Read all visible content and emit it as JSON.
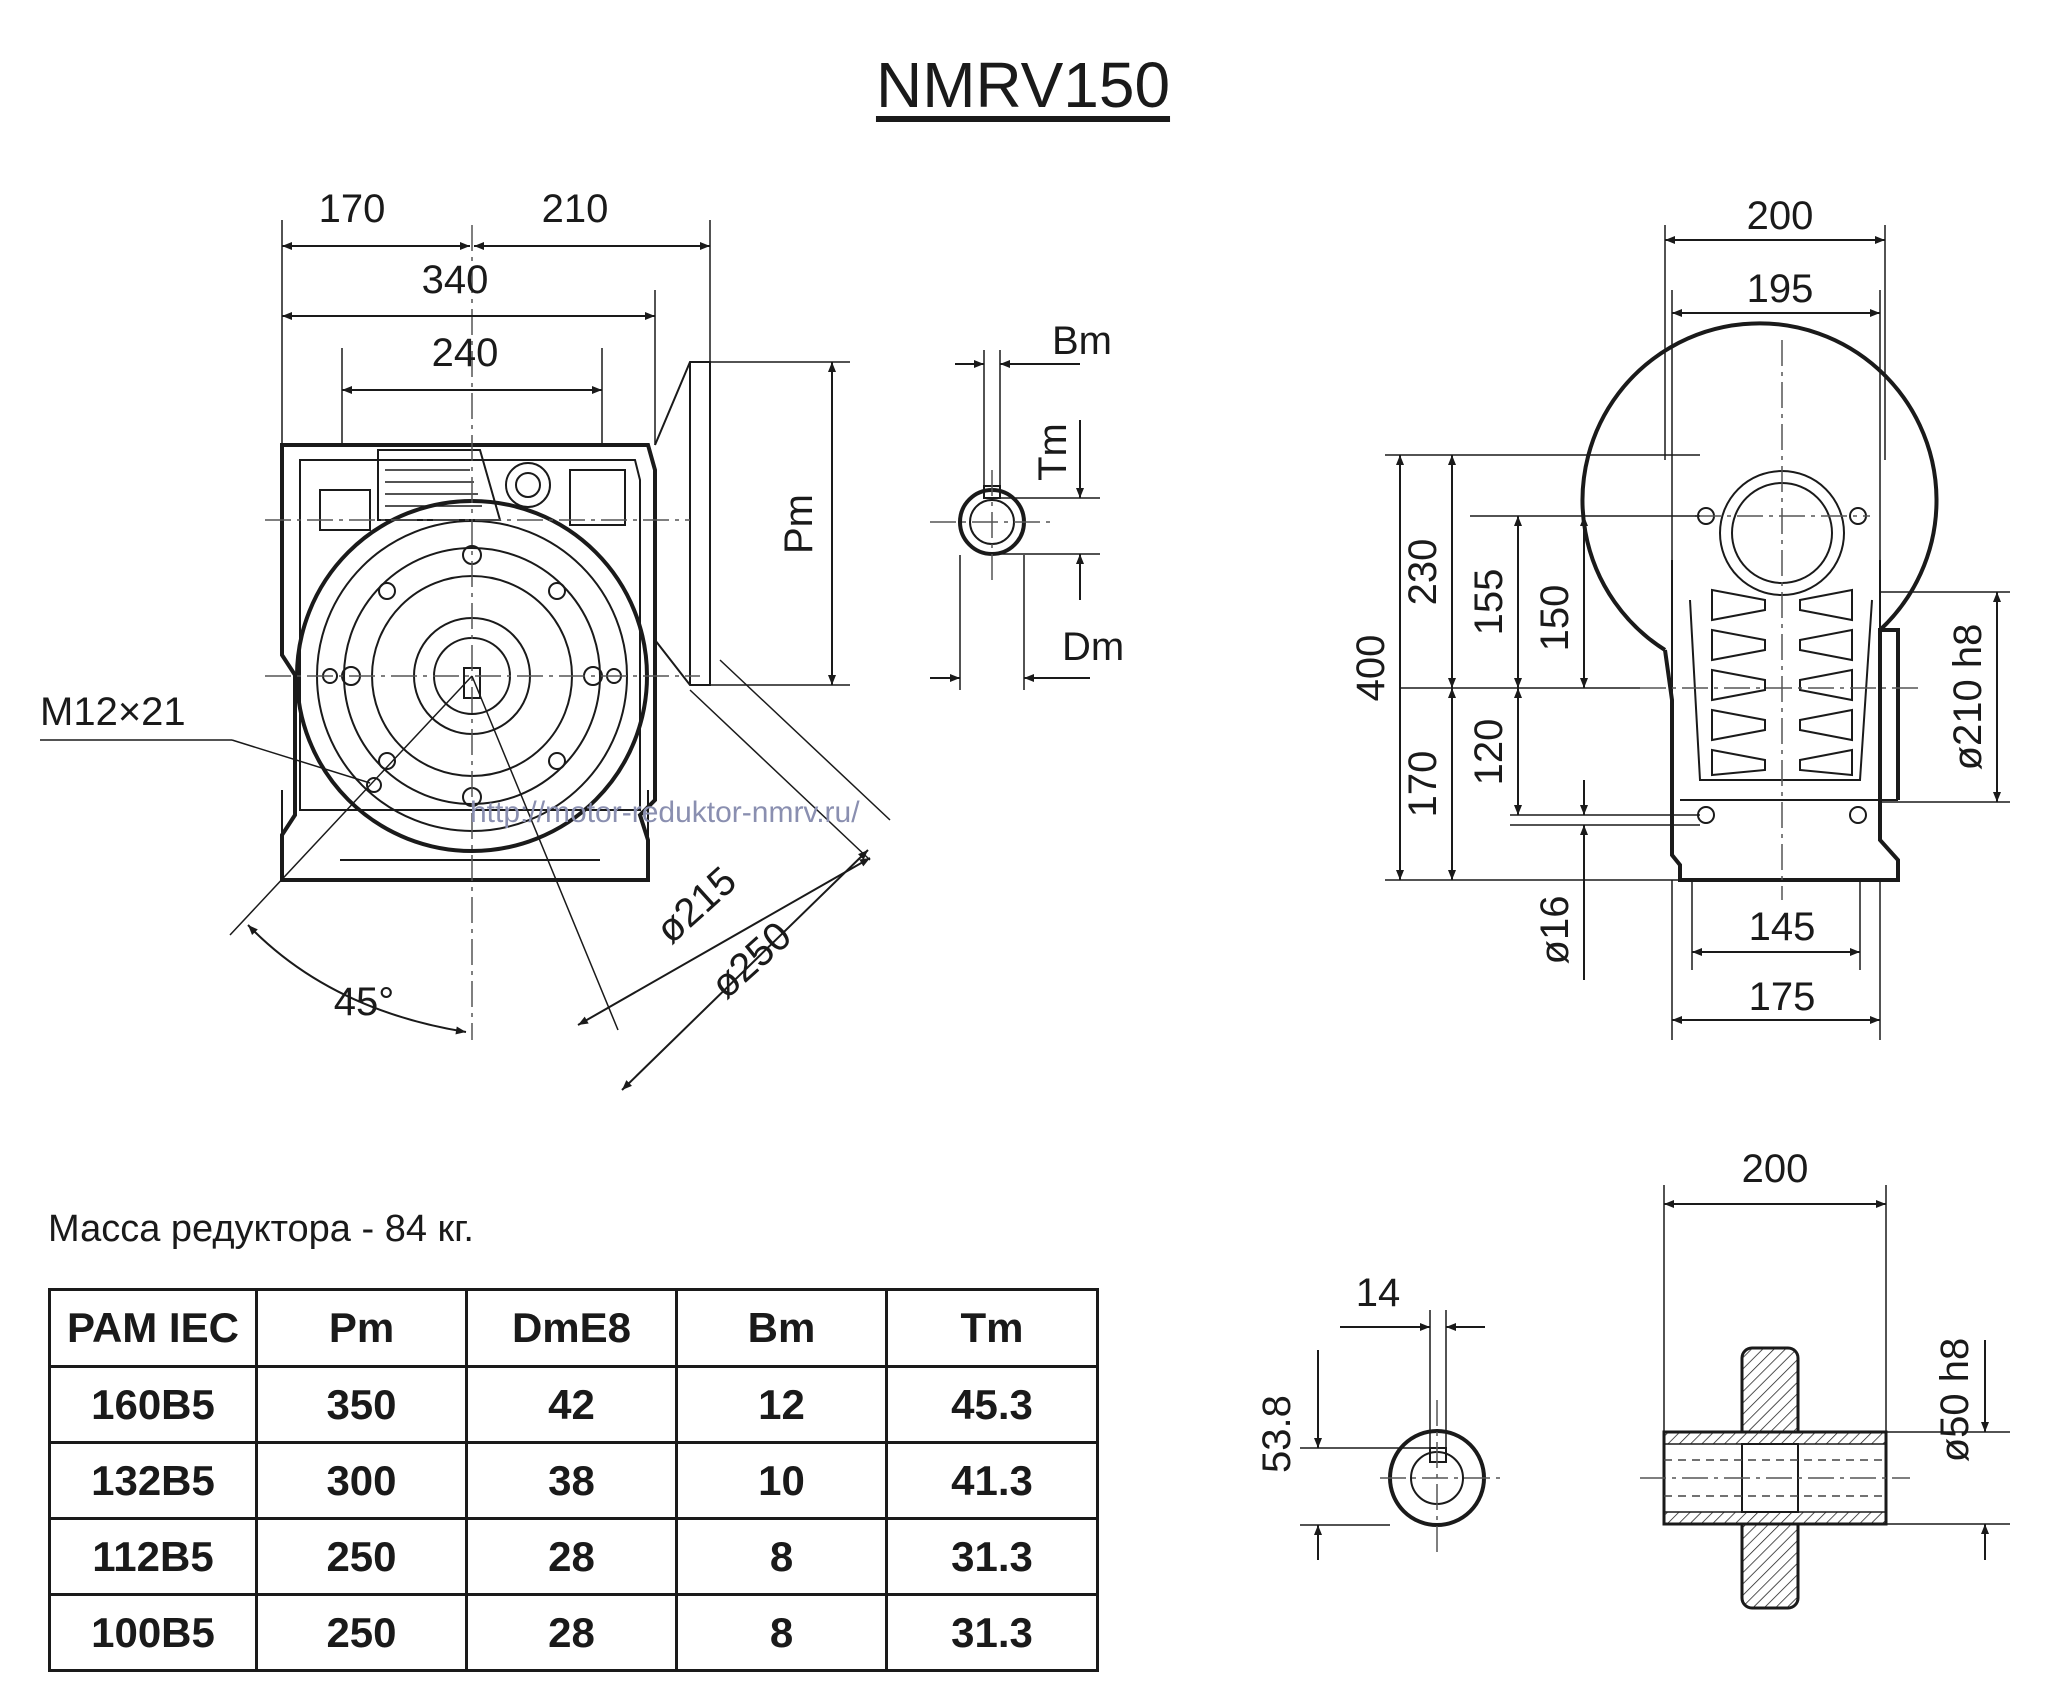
{
  "title": "NMRV150",
  "watermark": "http://motor-reduktor-nmrv.ru/",
  "mass_note": "Масса редуктора - 84 кг.",
  "front_view": {
    "dims": {
      "d170": "170",
      "d210": "210",
      "d340": "340",
      "d240": "240",
      "pm": "Pm",
      "d215": "ø215",
      "d250": "ø250",
      "angle": "45°",
      "thread": "M12×21"
    }
  },
  "input_shaft": {
    "bm": "Bm",
    "tm": "Tm",
    "dm": "Dm"
  },
  "side_view": {
    "dims": {
      "d200": "200",
      "d195": "195",
      "d400": "400",
      "d230": "230",
      "d155": "155",
      "d150": "150",
      "d120": "120",
      "d170": "170",
      "d16": "ø16",
      "d145": "145",
      "d175": "175",
      "d210h8": "ø210 h8"
    }
  },
  "output_shaft": {
    "d14": "14",
    "d53_8": "53.8",
    "d200": "200",
    "d50h8": "ø50 h8"
  },
  "table": {
    "headers": [
      "PAM IEC",
      "Pm",
      "DmE8",
      "Bm",
      "Tm"
    ],
    "rows": [
      [
        "160B5",
        "350",
        "42",
        "12",
        "45.3"
      ],
      [
        "132B5",
        "300",
        "38",
        "10",
        "41.3"
      ],
      [
        "112B5",
        "250",
        "28",
        "8",
        "31.3"
      ],
      [
        "100B5",
        "250",
        "28",
        "8",
        "31.3"
      ]
    ]
  }
}
